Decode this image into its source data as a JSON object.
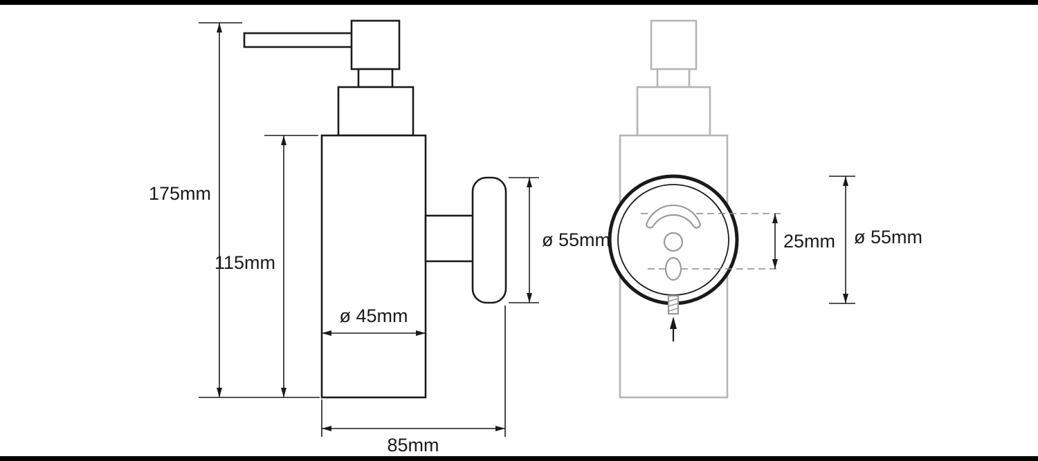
{
  "colors": {
    "background": "#ffffff",
    "frame_bars": "#000000",
    "outline_dark": "#1a1a1a",
    "outline_light": "#b5b5b5",
    "detail_gray": "#9a9a9a",
    "dashed_gray": "#8a8a8a"
  },
  "side_view": {
    "overall_height_label": "175mm",
    "body_height_label": "115mm",
    "body_diameter_label": "ø 45mm",
    "overall_depth_label": "85mm",
    "flange_diameter_label": "ø 55mm"
  },
  "front_view": {
    "hole_spacing_label": "25mm",
    "flange_diameter_label": "ø 55mm"
  }
}
